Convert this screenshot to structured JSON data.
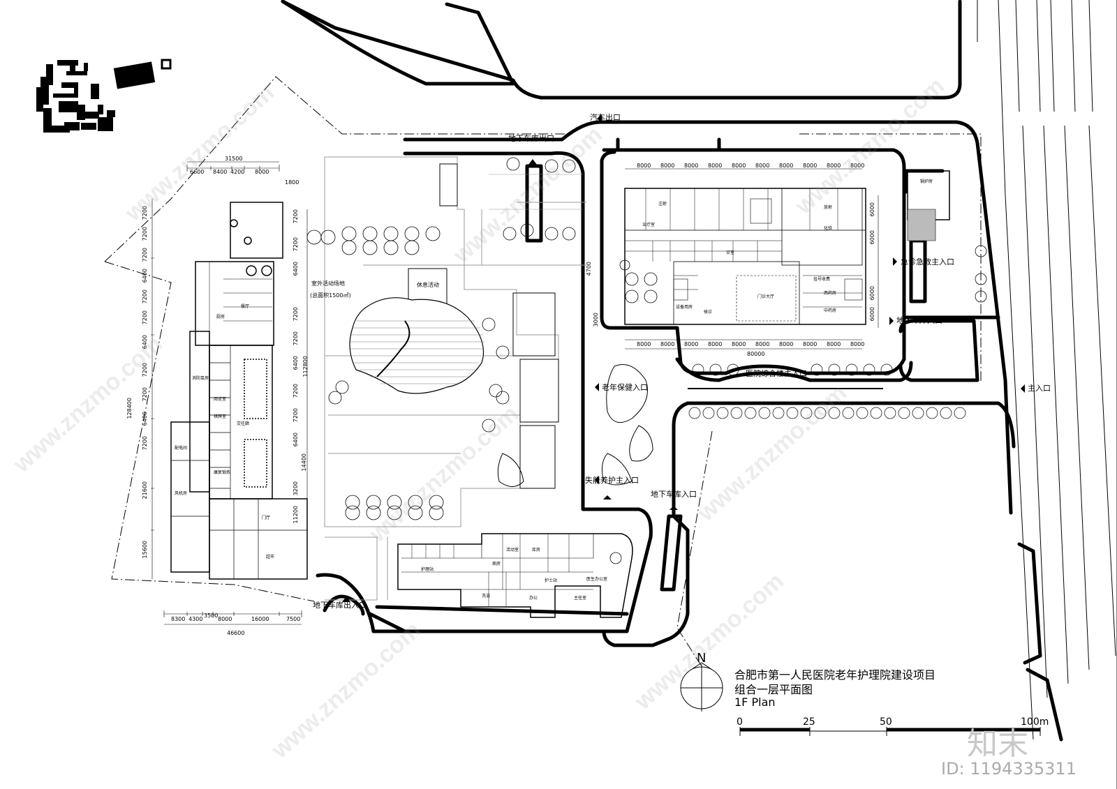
{
  "labels": {
    "vehicle_exit": "汽车出口",
    "garage_exit": "地下车库出口",
    "outdoor_activity": "室外活动场地",
    "outdoor_area": "(总面积1500㎡)",
    "rest_pavilion": "休息活动",
    "elderly_entrance": "老年保健入口",
    "nursing_entrance": "失能养护主入口",
    "garage_entrance_mid": "地下车库入口",
    "garage_entrance_bottom": "地下车库出入口",
    "hospital_entrance": "医院综合楼主入口",
    "emergency_entrance": "急诊急救主入口",
    "garage_entrance_right": "地下车库入口",
    "main_entrance": "主入口",
    "boiler_room": "锅炉房",
    "outpatient_hall": "门诊大厅",
    "pharmacy_west": "西药房",
    "pharmacy_chinese": "中药房",
    "supermarket": "超市",
    "lobby": "门厅",
    "kitchen": "厨房",
    "dining": "餐厅",
    "reading": "阅览室",
    "chess": "棋牌室",
    "exchange": "交往廊",
    "gym": "康复锻炼",
    "nursing_station": "护理站",
    "office": "办公",
    "medical_office": "医生办公室",
    "director": "主任室",
    "station": "护士站",
    "bath": "洗浴",
    "store": "库房",
    "activity": "活动室",
    "ward": "病房",
    "injection": "注射",
    "lab": "化验",
    "xray": "放射",
    "registration": "挂号收费",
    "waiting": "候诊",
    "consult": "诊室",
    "treatment": "治疗室",
    "equipment": "设备用房",
    "pump": "消防泵房",
    "power": "配电间",
    "vent": "风机房"
  },
  "dims": {
    "top_total": "31500",
    "top_parts": [
      "6600",
      "8400",
      "4200",
      "8000"
    ],
    "top_offset": "1800",
    "left_total": "128400",
    "left_spans": [
      "7200",
      "7200",
      "7200",
      "6400",
      "7200",
      "7200",
      "6400",
      "7200",
      "7200",
      "6400",
      "7200",
      "21600",
      "15600"
    ],
    "mid_spans": [
      "7200",
      "7200",
      "6400",
      "7200",
      "7200",
      "6400",
      "7200",
      "7200",
      "6400",
      "3200",
      "11200"
    ],
    "mid_total": "112800",
    "mid_14400": "14400",
    "bottom_total": "46600",
    "bottom_parts": [
      "8300",
      "4300",
      "3500",
      "8000",
      "16000",
      "7500"
    ],
    "hosp_top": [
      "8000",
      "8000",
      "8000",
      "8000",
      "8000",
      "8000",
      "8000",
      "8000",
      "8000",
      "8000"
    ],
    "hosp_bottom": [
      "8000",
      "8000",
      "8000",
      "8000",
      "8000",
      "8000",
      "8000",
      "8000",
      "8000",
      "8000"
    ],
    "hosp_total": "80000",
    "hosp_side": [
      "6000",
      "6000",
      "6000",
      "6000"
    ],
    "hosp_side2": "4700",
    "hosp_3000": "3000"
  },
  "title": {
    "line1": "合肥市第一人民医院老年护理院建设项目",
    "line2": "组合一层平面图",
    "line3": "1F Plan"
  },
  "north": "N",
  "scale": {
    "ticks": [
      "0",
      "25",
      "50",
      "100m"
    ]
  },
  "watermark": "www.znzmo.com",
  "brand": "知末",
  "image_id": "ID: 1194335311"
}
